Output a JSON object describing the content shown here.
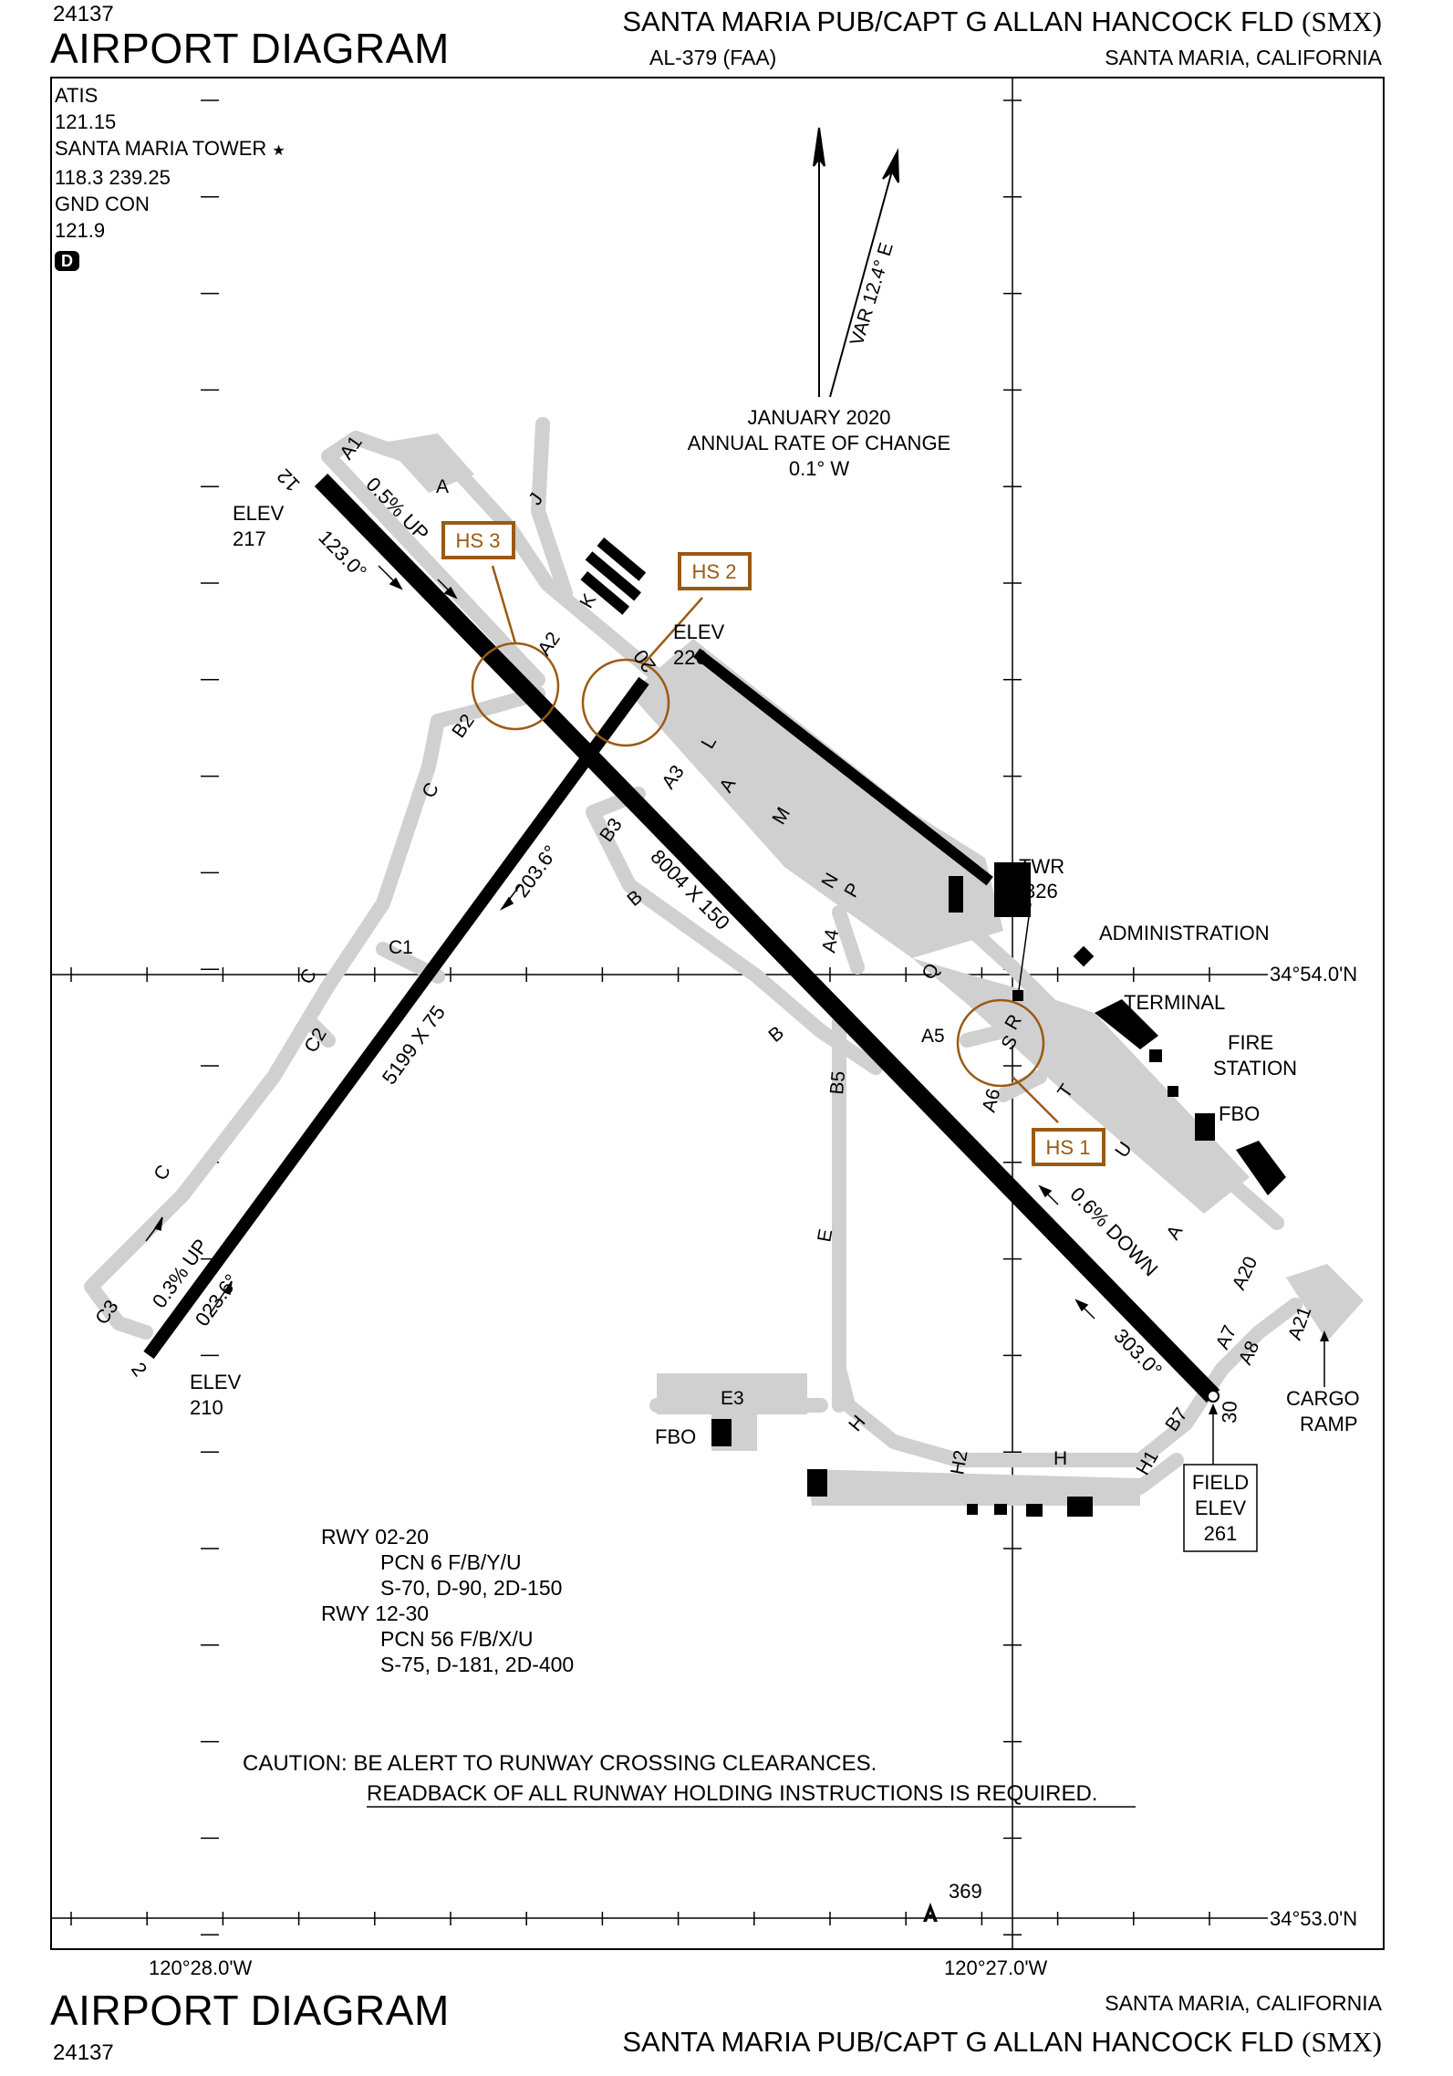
{
  "header": {
    "chart_number": "24137",
    "title": "AIRPORT DIAGRAM",
    "airport_name": "SANTA MARIA PUB/CAPT G ALLAN HANCOCK FLD",
    "airport_id": "(SMX)",
    "procedure_id": "AL-379 (FAA)",
    "city_state": "SANTA MARIA, CALIFORNIA"
  },
  "frequencies": {
    "atis_label": "ATIS",
    "atis_freq": "121.15",
    "tower_label": "SANTA MARIA TOWER",
    "tower_freq": "118.3  239.25",
    "ground_label": "GND CON",
    "ground_freq": "121.9",
    "airspace_class": "D"
  },
  "magnetic": {
    "variation": "VAR 12.4° E",
    "date": "JANUARY 2020",
    "rate_label": "ANNUAL RATE OF CHANGE",
    "rate_value": "0.1° W"
  },
  "runways": {
    "rwy12_30": {
      "end_12": "12",
      "end_30": "30",
      "dims": "8004 X 150",
      "hdg_12": "123.0°",
      "hdg_30": "303.0°",
      "slope_12": "0.5% UP",
      "slope_30": "0.6% DOWN",
      "elev_12_label": "ELEV",
      "elev_12": "217"
    },
    "rwy02_20": {
      "end_02": "2",
      "end_20": "20",
      "dims": "5199 X 75",
      "hdg_02": "023.6°",
      "hdg_20": "203.6°",
      "slope_02": "0.3% UP",
      "elev_02_label": "ELEV",
      "elev_02": "210",
      "elev_20_label": "ELEV",
      "elev_20": "226"
    }
  },
  "hotspots": [
    "HS 3",
    "HS 2",
    "HS 1"
  ],
  "taxiways": [
    "A1",
    "A",
    "J",
    "K",
    "A2",
    "B2",
    "C",
    "A3",
    "A",
    "L",
    "M",
    "B3",
    "B",
    "N",
    "P",
    "A4",
    "Q",
    "C1",
    "C",
    "C2",
    "A5",
    "R",
    "S",
    "B",
    "B5",
    "A6",
    "T",
    "U",
    "C",
    "E",
    "A",
    "A20",
    "A7",
    "A8",
    "A21",
    "E3",
    "H",
    "H2",
    "H",
    "H1",
    "B7",
    "C3"
  ],
  "facilities": {
    "tower_label": "TWR",
    "tower_elev": "326",
    "administration": "ADMINISTRATION",
    "terminal": "TERMINAL",
    "fire_station_1": "FIRE",
    "fire_station_2": "STATION",
    "fbo_east": "FBO",
    "fbo_west": "FBO",
    "cargo_1": "CARGO",
    "cargo_2": "RAMP",
    "field_elev_1": "FIELD",
    "field_elev_2": "ELEV",
    "field_elev_3": "261"
  },
  "coordinates": {
    "lat_top": "34°54.0'N",
    "lat_bottom": "34°53.0'N",
    "lon_left": "120°28.0'W",
    "lon_right": "120°27.0'W",
    "obstacle_elev": "369"
  },
  "strength_notes": {
    "rwy1": "RWY 02-20",
    "rwy1_pcn": "PCN 6 F/B/Y/U",
    "rwy1_wt": "S-70, D-90, 2D-150",
    "rwy2": "RWY 12-30",
    "rwy2_pcn": "PCN 56 F/B/X/U",
    "rwy2_wt": "S-75, D-181, 2D-400"
  },
  "caution": {
    "line1_prefix": "CAUTION:",
    "line1": "BE ALERT TO RUNWAY CROSSING CLEARANCES.",
    "line2": "READBACK OF ALL RUNWAY HOLDING INSTRUCTIONS IS REQUIRED."
  },
  "colors": {
    "taxiway": "#d0d0d0",
    "hotspot": "#9a5a14",
    "runway": "#000000"
  }
}
